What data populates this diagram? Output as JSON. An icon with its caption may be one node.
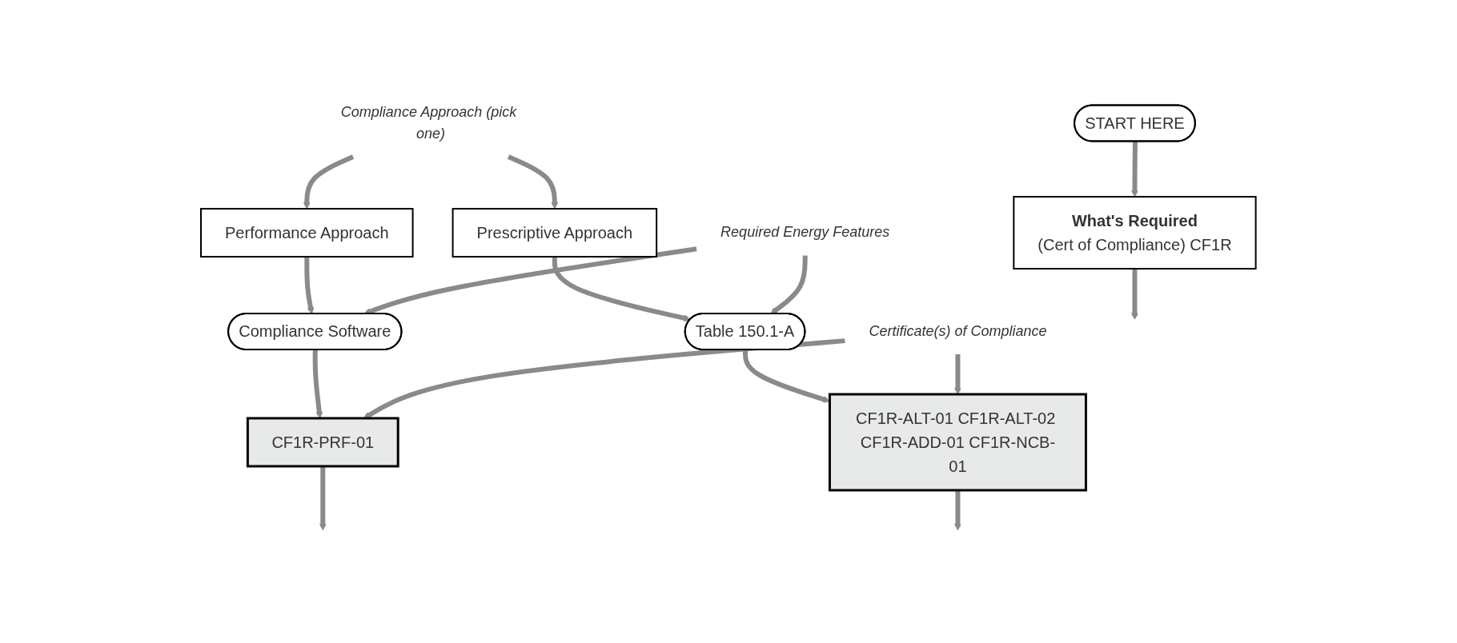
{
  "diagram": {
    "nodes": [
      {
        "text": [
          "START HERE"
        ]
      },
      {
        "text": [
          "What's Required",
          "(Cert of Compliance) CF1R"
        ]
      },
      {
        "text": [
          "Performance Approach"
        ]
      },
      {
        "text": [
          "Compliance Approach (pick one)"
        ]
      },
      {
        "text": [
          "Prescriptive Approach"
        ]
      },
      {
        "text": [
          "Compliance Software"
        ]
      },
      {
        "text": [
          "Required Energy Features"
        ]
      },
      {
        "text": [
          "Table 150.1-A"
        ]
      },
      {
        "text": [
          "CF1R-PRF-01"
        ]
      },
      {
        "text": [
          "Certificate(s) of Compliance"
        ]
      },
      {
        "text": [
          "CF1R-ALT-01 CF1R-ALT-02 CF1R-ADD-01 CF1R-NCB-01"
        ]
      }
    ],
    "edges": [
      {
        "from": 0,
        "to": 1,
        "arrow": "to"
      },
      {
        "from": 1,
        "to": null,
        "arrow": "to"
      },
      {
        "from": 3,
        "to": 2,
        "arrow": "to"
      },
      {
        "from": 3,
        "to": 4,
        "arrow": "to"
      },
      {
        "from": 2,
        "to": 5,
        "arrow": "to"
      },
      {
        "from": 4,
        "to": 7,
        "arrow": "to"
      },
      {
        "from": 6,
        "to": 5,
        "arrow": "to"
      },
      {
        "from": 6,
        "to": 7,
        "arrow": "to"
      },
      {
        "from": 5,
        "to": 8,
        "arrow": "to"
      },
      {
        "from": 7,
        "to": 10,
        "arrow": "to"
      },
      {
        "from": 9,
        "to": 8,
        "arrow": "to"
      },
      {
        "from": 9,
        "to": 10,
        "arrow": "to"
      },
      {
        "from": 8,
        "to": null,
        "arrow": "to"
      },
      {
        "from": 10,
        "to": null,
        "arrow": "to"
      }
    ]
  }
}
